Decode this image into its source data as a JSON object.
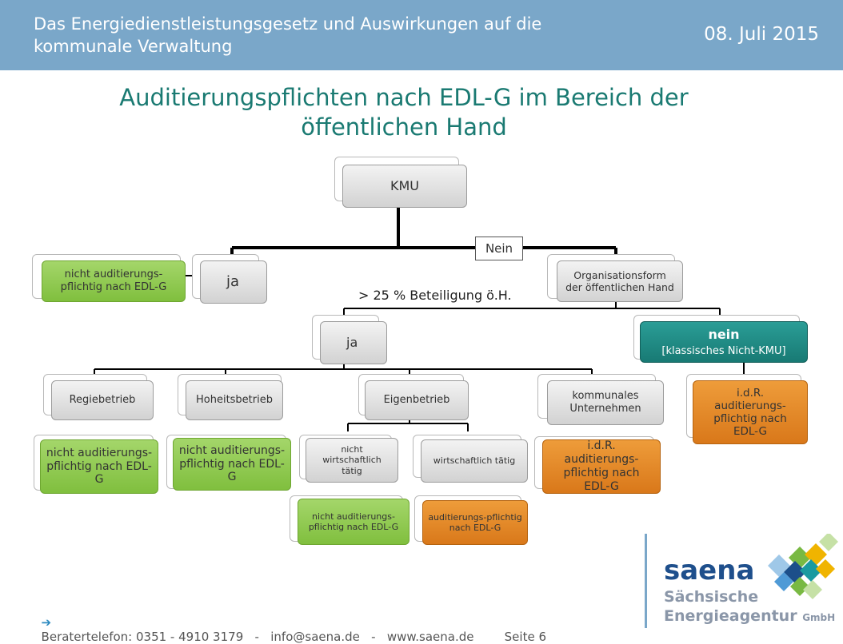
{
  "header": {
    "title": "Das Energiedienstleistungsgesetz und Auswirkungen auf die kommunale Verwaltung",
    "date": "08. Juli 2015"
  },
  "main_title": "Auditierungspflichten  nach EDL-G im Bereich der öffentlichen Hand",
  "diagram": {
    "root": "KMU",
    "nein_label": "Nein",
    "beteiligung_label": "> 25 % Beteiligung ö.H.",
    "ja_top": "ja",
    "ja_top_result": "nicht auditierungs-pflichtig nach EDL-G",
    "organisationsform": "Organisationsform der öffentlichen Hand",
    "ja_mid": "ja",
    "nein_mid_title": "nein",
    "nein_mid_sub": "[klassisches Nicht-KMU]",
    "nein_mid_result": "i.d.R. auditierungs-pflichtig nach EDL-G",
    "regiebetrieb": "Regiebetrieb",
    "regiebetrieb_result": "nicht auditierungs-pflichtig nach EDL-G",
    "hoheitsbetrieb": "Hoheitsbetrieb",
    "hoheitsbetrieb_result": "nicht auditierungs-pflichtig nach EDL-G",
    "eigenbetrieb": "Eigenbetrieb",
    "nicht_wirtschaftlich": "nicht wirtschaftlich tätig",
    "nicht_wirtschaftlich_result": "nicht auditierungs-pflichtig nach EDL-G",
    "wirtschaftlich": "wirtschaftlich tätig",
    "wirtschaftlich_result": "auditierungs-pflichtig nach EDL-G",
    "kommunales": "kommunales Unternehmen",
    "kommunales_result": "i.d.R. auditierungs-pflichtig nach EDL-G"
  },
  "footer": {
    "text": "Beratertelefon: 0351 - 4910 3179   -   info@saena.de   -   www.saena.de        Seite 6",
    "arrow_icon": "arrow-right-icon"
  },
  "logo": {
    "brand": "saena",
    "line1": "Sächsische",
    "line2": "Energieagentur",
    "suffix": "GmbH"
  },
  "colors": {
    "header": "#7aa7c9",
    "title": "#1a7a72",
    "green": "#8cc84b",
    "orange": "#e0851f",
    "teal": "#1f8c86"
  }
}
